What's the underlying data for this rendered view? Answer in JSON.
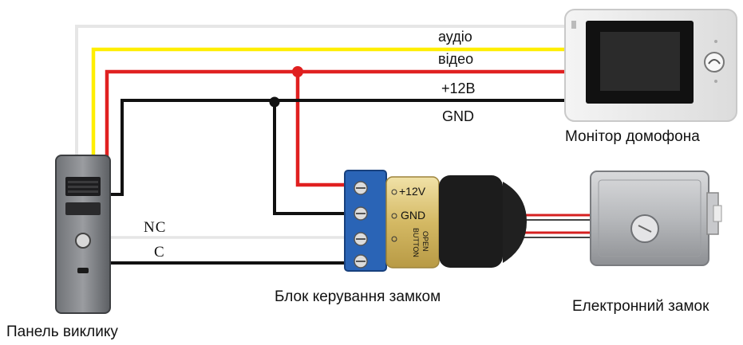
{
  "colors": {
    "audio_wire": "#e6e6e6",
    "video_wire": "#ffee00",
    "power_wire": "#e02020",
    "ground_wire": "#111111",
    "nc_wire": "#e6e6e6",
    "c_wire": "#111111",
    "terminal_block": "#2a64b6",
    "module_gold": "#d9c27a"
  },
  "wires": {
    "audio": "аудіо",
    "video": "відео",
    "power": "+12В",
    "ground": "GND",
    "nc": "NC",
    "c": "C"
  },
  "components": {
    "monitor": "Монітор домофона",
    "call_panel": "Панель виклику",
    "lock_controller": "Блок керування замком",
    "electronic_lock": "Електронний замок"
  },
  "controller_terminals": {
    "plus12": "+12V",
    "gnd": "GND",
    "open": "OPEN",
    "button": "BUTTON"
  },
  "icons": {
    "monitor_button": "phone-handset-icon",
    "lock_cylinder": "lock-cylinder-icon"
  }
}
